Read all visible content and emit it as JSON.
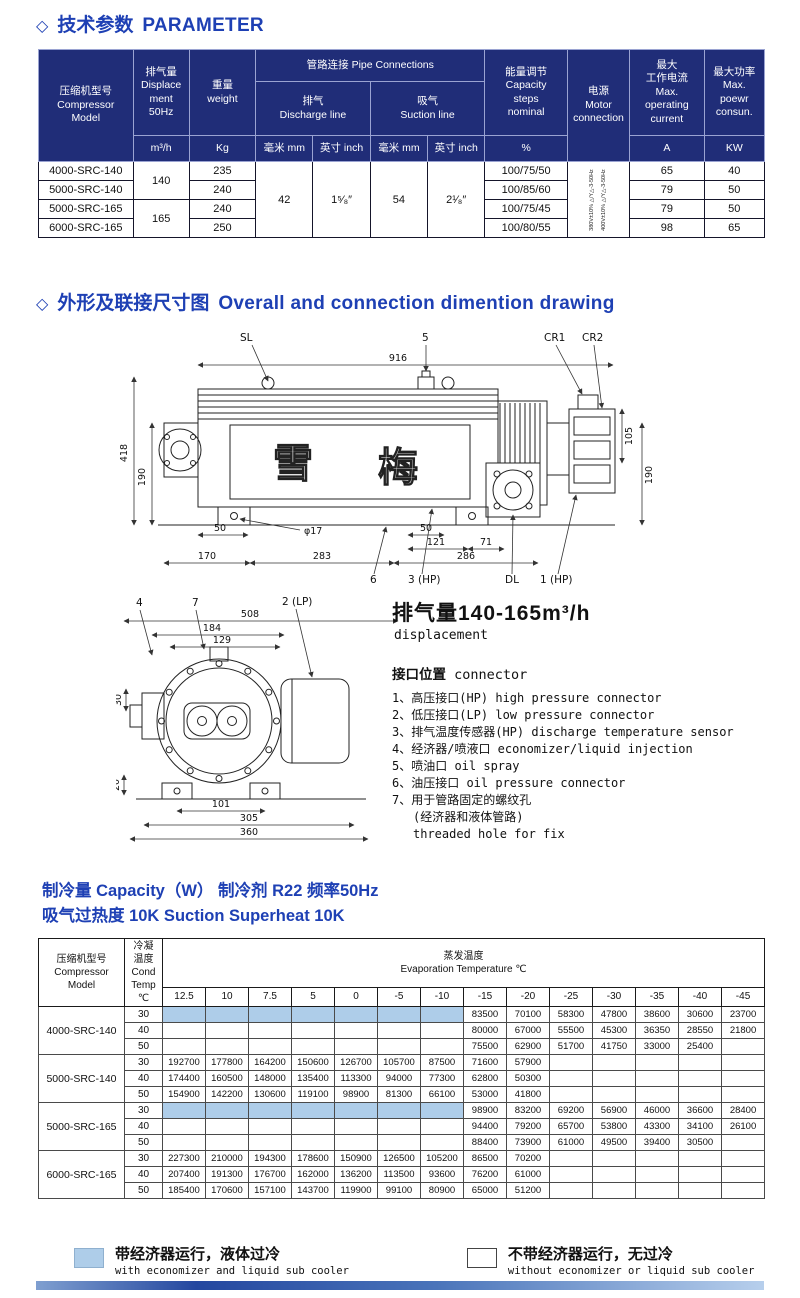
{
  "meta": {
    "accent_blue": "#1e40b4",
    "header_navy": "#202d78",
    "economizer_blue": "#aecde9"
  },
  "sections": {
    "parameter": {
      "diamond": "◇",
      "zh": "技术参数",
      "en": "PARAMETER"
    },
    "drawing": {
      "diamond": "◇",
      "zh": "外形及联接尺寸图",
      "en": "Overall and connection dimention drawing"
    },
    "capacity": {
      "line1": "制冷量 Capacity（W）  制冷剂 R22  频率50Hz",
      "line2": "吸气过热度 10K  Suction Superheat 10K"
    }
  },
  "param_table": {
    "header": {
      "model": "压缩机型号\nCompressor\nModel",
      "displacement": "排气量\nDisplace\nment\n50Hz",
      "displacement_unit": "m³/h",
      "weight": "重量\nweight",
      "weight_unit": "Kg",
      "pipe": "管路连接 Pipe Connections",
      "discharge": "排气\nDischarge line",
      "suction": "吸气\nSuction line",
      "mm1": "毫米 mm",
      "inch1": "英寸 inch",
      "mm2": "毫米 mm",
      "inch2": "英寸 inch",
      "capacity": "能量调节\nCapacity\nsteps\nnominal",
      "capacity_unit": "%",
      "motor": "电源\nMotor\nconnection",
      "current": "最大\n工作电流\nMax.\noperating\ncurrent",
      "current_unit": "A",
      "power": "最大功率\nMax.\npoewr\nconsun.",
      "power_unit": "KW"
    },
    "shared": {
      "discharge_mm": "42",
      "discharge_inch": "1⁵⁄₈″",
      "suction_mm": "54",
      "suction_inch": "2¹⁄₈″",
      "motor_line1": "380V±10% △/Y△-3-50Hz",
      "motor_line2": "400V±10% △/Y△-3-50Hz"
    },
    "rows": [
      {
        "model": "4000-SRC-140",
        "displacement": "140",
        "weight": "235",
        "capacity": "100/75/50",
        "current": "65",
        "power": "40"
      },
      {
        "model": "5000-SRC-140",
        "weight": "240",
        "capacity": "100/85/60",
        "current": "79",
        "power": "50"
      },
      {
        "model": "5000-SRC-165",
        "displacement": "165",
        "weight": "240",
        "capacity": "100/75/45",
        "current": "79",
        "power": "50"
      },
      {
        "model": "6000-SRC-165",
        "weight": "250",
        "capacity": "100/80/55",
        "current": "98",
        "power": "65"
      }
    ]
  },
  "drawing1": {
    "label_sl": "SL",
    "label_5": "5",
    "label_cr1": "CR1",
    "label_cr2": "CR2",
    "dim_overall": "916",
    "dim_height": "418",
    "dim_height2": "190",
    "dim_50a": "50",
    "dim_phi": "φ17",
    "dim_50b": "50",
    "dim_121": "121",
    "dim_71": "71",
    "dim_170": "170",
    "dim_283": "283",
    "dim_286": "286",
    "dim_105": "105",
    "dim_190r": "190",
    "label_6": "6",
    "label_3hp": "3 (HP)",
    "label_dl": "DL",
    "label_1hp": "1 (HP)",
    "logo1": "雪",
    "logo2": "梅"
  },
  "drawing2": {
    "label_4": "4",
    "label_7": "7",
    "label_2lp": "2 (LP)",
    "dim_508": "508",
    "dim_184": "184",
    "dim_129": "129",
    "dim_30": "30",
    "dim_20": "20",
    "dim_101": "101",
    "dim_305": "305",
    "dim_360": "360"
  },
  "notes": {
    "displacement_zh": "排气量140-165m³/h",
    "displacement_en": "displacement",
    "connector_zh": "接口位置",
    "connector_en": "connector",
    "items": [
      "1、高压接口(HP) high pressure connector",
      "2、低压接口(LP) low pressure connector",
      "3、排气温度传感器(HP) discharge temperature sensor",
      "4、经济器/喷液口 economizer/liquid injection",
      "5、喷油口 oil spray",
      "6、油压接口 oil pressure connector",
      "7、用于管路固定的螺纹孔"
    ],
    "item7_note1": "(经济器和液体管路)",
    "item7_note2": "threaded hole for fix"
  },
  "capacity_table": {
    "header_model": "压缩机型号\nCompressor\nModel",
    "header_cond": "冷凝\n温度\nCond\nTemp ℃",
    "header_evap": "蒸发温度\nEvaporation Temperature ℃",
    "temps": [
      "12.5",
      "10",
      "7.5",
      "5",
      "0",
      "-5",
      "-10",
      "-15",
      "-20",
      "-25",
      "-30",
      "-35",
      "-40",
      "-45"
    ],
    "groups": [
      {
        "model": "4000-SRC-140",
        "rows": [
          {
            "cond": "30",
            "shade_left": true,
            "values": [
              "",
              "",
              "",
              "",
              "",
              "",
              "",
              "83500",
              "70100",
              "58300",
              "47800",
              "38600",
              "30600",
              "23700"
            ]
          },
          {
            "cond": "40",
            "shade_left": false,
            "values": [
              "",
              "",
              "",
              "",
              "",
              "",
              "",
              "80000",
              "67000",
              "55500",
              "45300",
              "36350",
              "28550",
              "21800"
            ]
          },
          {
            "cond": "50",
            "shade_left": false,
            "values": [
              "",
              "",
              "",
              "",
              "",
              "",
              "",
              "75500",
              "62900",
              "51700",
              "41750",
              "33000",
              "25400",
              ""
            ]
          }
        ]
      },
      {
        "model": "5000-SRC-140",
        "rows": [
          {
            "cond": "30",
            "shade_left": false,
            "values": [
              "192700",
              "177800",
              "164200",
              "150600",
              "126700",
              "105700",
              "87500",
              "71600",
              "57900",
              "",
              "",
              "",
              "",
              ""
            ]
          },
          {
            "cond": "40",
            "shade_left": false,
            "values": [
              "174400",
              "160500",
              "148000",
              "135400",
              "113300",
              "94000",
              "77300",
              "62800",
              "50300",
              "",
              "",
              "",
              "",
              ""
            ]
          },
          {
            "cond": "50",
            "shade_left": false,
            "values": [
              "154900",
              "142200",
              "130600",
              "119100",
              "98900",
              "81300",
              "66100",
              "53000",
              "41800",
              "",
              "",
              "",
              "",
              ""
            ]
          }
        ]
      },
      {
        "model": "5000-SRC-165",
        "rows": [
          {
            "cond": "30",
            "shade_left": true,
            "values": [
              "",
              "",
              "",
              "",
              "",
              "",
              "",
              "98900",
              "83200",
              "69200",
              "56900",
              "46000",
              "36600",
              "28400"
            ]
          },
          {
            "cond": "40",
            "shade_left": false,
            "values": [
              "",
              "",
              "",
              "",
              "",
              "",
              "",
              "94400",
              "79200",
              "65700",
              "53800",
              "43300",
              "34100",
              "26100"
            ]
          },
          {
            "cond": "50",
            "shade_left": false,
            "values": [
              "",
              "",
              "",
              "",
              "",
              "",
              "",
              "88400",
              "73900",
              "61000",
              "49500",
              "39400",
              "30500",
              ""
            ]
          }
        ]
      },
      {
        "model": "6000-SRC-165",
        "rows": [
          {
            "cond": "30",
            "shade_left": false,
            "values": [
              "227300",
              "210000",
              "194300",
              "178600",
              "150900",
              "126500",
              "105200",
              "86500",
              "70200",
              "",
              "",
              "",
              "",
              ""
            ]
          },
          {
            "cond": "40",
            "shade_left": false,
            "values": [
              "207400",
              "191300",
              "176700",
              "162000",
              "136200",
              "113500",
              "93600",
              "76200",
              "61000",
              "",
              "",
              "",
              "",
              ""
            ]
          },
          {
            "cond": "50",
            "shade_left": false,
            "values": [
              "185400",
              "170600",
              "157100",
              "143700",
              "119900",
              "99100",
              "80900",
              "65000",
              "51200",
              "",
              "",
              "",
              "",
              ""
            ]
          }
        ]
      }
    ]
  },
  "legend": {
    "with": {
      "zh": "带经济器运行，液体过冷",
      "en": "with economizer and liquid sub cooler"
    },
    "without": {
      "zh": "不带经济器运行，无过冷",
      "en": "without economizer or liquid sub cooler"
    }
  }
}
